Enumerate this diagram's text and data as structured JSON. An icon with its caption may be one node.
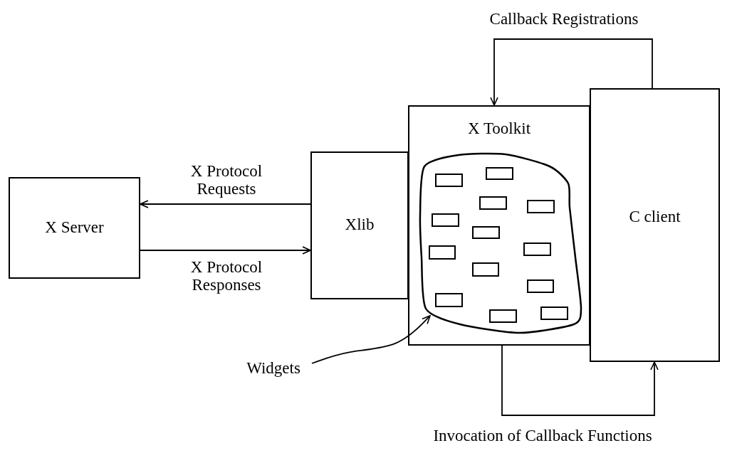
{
  "diagram": {
    "nodes": [
      {
        "text": [
          "X Server"
        ]
      },
      {
        "text": [
          "Xlib"
        ]
      },
      {
        "text": [
          "X Toolkit"
        ]
      },
      {
        "text": [],
        "shape": "cloud",
        "in": 2
      },
      {
        "text": [],
        "shape": "box",
        "in": 3
      },
      {
        "text": [],
        "shape": "box",
        "in": 3
      },
      {
        "text": [],
        "shape": "box",
        "in": 3
      },
      {
        "text": [],
        "shape": "box",
        "in": 3
      },
      {
        "text": [],
        "shape": "box",
        "in": 3
      },
      {
        "text": [],
        "shape": "box",
        "in": 3
      },
      {
        "text": [],
        "shape": "box",
        "in": 3
      },
      {
        "text": [],
        "shape": "box",
        "in": 3
      },
      {
        "text": [],
        "shape": "box",
        "in": 3
      },
      {
        "text": [],
        "shape": "box",
        "in": 3
      },
      {
        "text": [],
        "shape": "box",
        "in": 3
      },
      {
        "text": [],
        "shape": "box",
        "in": 3
      },
      {
        "text": [],
        "shape": "box",
        "in": 3
      },
      {
        "text": [
          "C client"
        ]
      },
      {
        "text": [
          "Widgets"
        ]
      }
    ],
    "edges": [
      {
        "from": 1,
        "to": 0,
        "arrow": "to",
        "label": "X Protocol Requests"
      },
      {
        "from": 0,
        "to": 1,
        "arrow": "to",
        "label": "X Protocol Responses"
      },
      {
        "from": 17,
        "to": 2,
        "arrow": "to",
        "label": "Callback Registrations"
      },
      {
        "from": 2,
        "to": 17,
        "arrow": "to",
        "label": "Invocation of Callback Functions"
      },
      {
        "from": 18,
        "to": 3,
        "arrow": "to"
      }
    ]
  }
}
